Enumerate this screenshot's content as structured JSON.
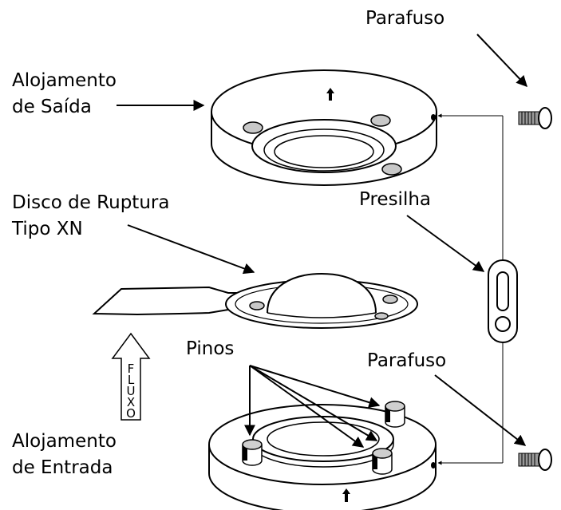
{
  "labels": {
    "parafuso_top": "Parafuso",
    "alojamento_saida_line1": "Alojamento",
    "alojamento_saida_line2": "de Saída",
    "disco_line1": "Disco de Ruptura",
    "disco_line2": "Tipo XN",
    "presilha": "Presilha",
    "pinos": "Pinos",
    "parafuso_bottom": "Parafuso",
    "alojamento_entrada_line1": "Alojamento",
    "alojamento_entrada_line2": "de Entrada",
    "fluxo_letters": [
      "F",
      "L",
      "U",
      "X",
      "O"
    ]
  },
  "colors": {
    "stroke": "#000000",
    "fill": "#ffffff",
    "hole": "#c8c8c8",
    "pin_top": "#cfcfcf"
  }
}
